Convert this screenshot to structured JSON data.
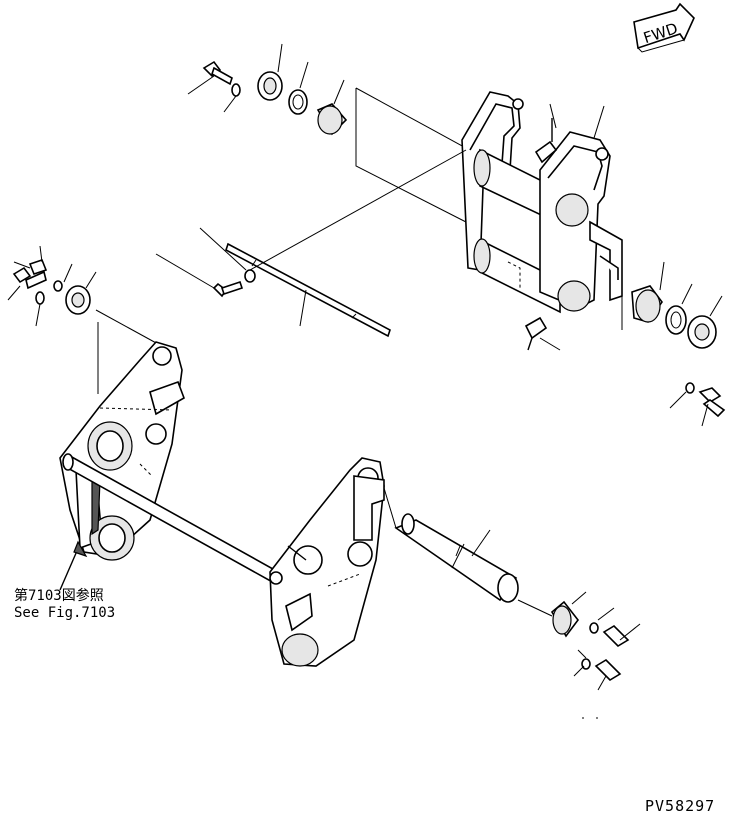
{
  "diagram": {
    "fwd_label": "FWD",
    "reference_jp": "第7103図参照",
    "reference_en": "See Fig.7103",
    "drawing_code": "PV58297"
  }
}
